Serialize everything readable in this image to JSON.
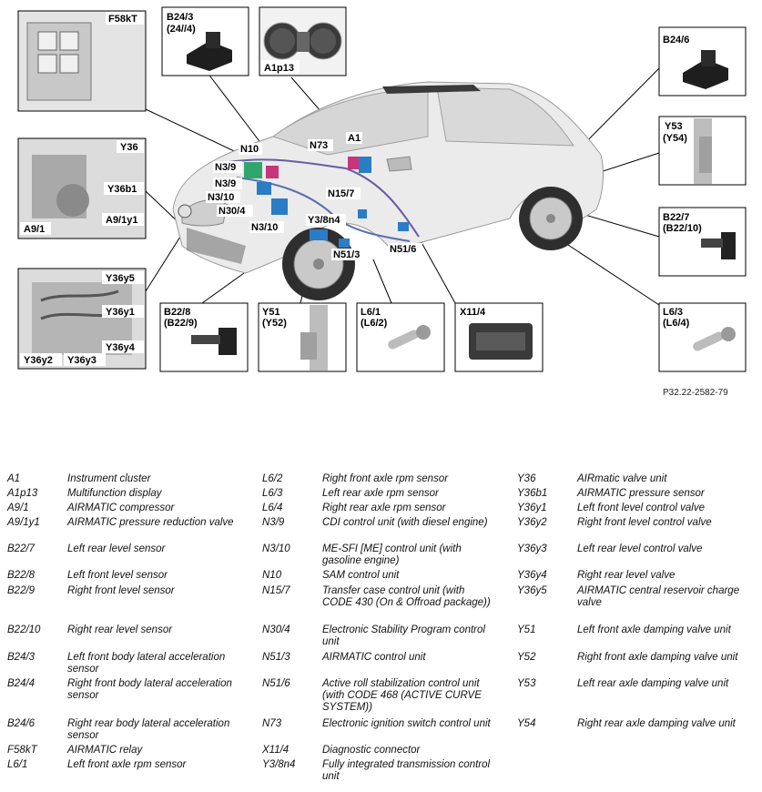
{
  "figure": {
    "reference": "P32.22-2582-79",
    "callouts": {
      "F58kT": "F58kT",
      "B24_3": "B24/3",
      "B24_4": "(24//4)",
      "A1p13": "A1p13",
      "B24_6": "B24/6",
      "Y36": "Y36",
      "Y36b1": "Y36b1",
      "A9_1": "A9/1",
      "A9_1y1": "A9/1y1",
      "Y36y5": "Y36y5",
      "Y36y1": "Y36y1",
      "Y36y4": "Y36y4",
      "Y36y2": "Y36y2",
      "Y36y3": "Y36y3",
      "N10": "N10",
      "N73": "N73",
      "A1": "A1",
      "N3_9a": "N3/9",
      "N3_9b": "N3/9",
      "N3_10a": "N3/10",
      "N30_4": "N30/4",
      "N3_10b": "N3/10",
      "N15_7": "N15/7",
      "Y3_8n4": "Y3/8n4",
      "N51_3": "N51/3",
      "N51_6": "N51/6",
      "Y53": "Y53",
      "Y54": "(Y54)",
      "B22_7": "B22/7",
      "B22_10": "(B22/10)",
      "B22_8": "B22/8",
      "B22_9": "(B22/9)",
      "Y51": "Y51",
      "Y52": "(Y52)",
      "L6_1": "L6/1",
      "L6_2": "(L6/2)",
      "X11_4": "X11/4",
      "L6_3": "L6/3",
      "L6_4": "(L6/4)"
    }
  },
  "legend": {
    "columns": [
      [
        {
          "code": "A1",
          "desc": "Instrument cluster"
        },
        {
          "code": "A1p13",
          "desc": "Multifunction display"
        },
        {
          "code": "A9/1",
          "desc": "AIRMATIC compressor"
        },
        {
          "code": "A9/1y1",
          "desc": "AIRMATIC pressure reduction valve"
        },
        {
          "code": "B22/7",
          "desc": "Left rear level sensor"
        },
        {
          "code": "B22/8",
          "desc": "Left front level sensor"
        },
        {
          "code": "B22/9",
          "desc": "Right front level sensor"
        },
        {
          "code": "B22/10",
          "desc": "Right rear level sensor"
        },
        {
          "code": "B24/3",
          "desc": "Left front body lateral acceleration sensor"
        },
        {
          "code": "B24/4",
          "desc": "Right front body lateral acceleration sensor"
        },
        {
          "code": "B24/6",
          "desc": "Right rear body lateral acceleration sensor"
        },
        {
          "code": "F58kT",
          "desc": "AIRMATIC relay"
        },
        {
          "code": "L6/1",
          "desc": "Left front axle rpm sensor"
        }
      ],
      [
        {
          "code": "L6/2",
          "desc": "Right front axle rpm sensor"
        },
        {
          "code": "L6/3",
          "desc": "Left rear axle rpm sensor"
        },
        {
          "code": "L6/4",
          "desc": "Right rear axle rpm sensor"
        },
        {
          "code": "N3/9",
          "desc": "CDI control unit (with diesel engine)"
        },
        {
          "code": "N3/10",
          "desc": "ME-SFI [ME] control unit (with gasoline engine)"
        },
        {
          "code": "N10",
          "desc": "SAM control unit"
        },
        {
          "code": "N15/7",
          "desc": "Transfer case control unit (with CODE 430 (On & Offroad package))"
        },
        {
          "code": "N30/4",
          "desc": "Electronic Stability Program control unit"
        },
        {
          "code": "N51/3",
          "desc": "AIRMATIC control unit"
        },
        {
          "code": "N51/6",
          "desc": "Active roll stabilization control unit (with CODE 468 (ACTIVE CURVE SYSTEM))"
        },
        {
          "code": "N73",
          "desc": "Electronic ignition switch control unit"
        },
        {
          "code": "X11/4",
          "desc": "Diagnostic connector"
        },
        {
          "code": "Y3/8n4",
          "desc": "Fully integrated transmission control unit"
        }
      ],
      [
        {
          "code": "Y36",
          "desc": "AIRmatic valve unit"
        },
        {
          "code": "Y36b1",
          "desc": "AIRMATIC pressure sensor"
        },
        {
          "code": "Y36y1",
          "desc": "Left front level control valve"
        },
        {
          "code": "Y36y2",
          "desc": "Right front level control valve"
        },
        {
          "code": "Y36y3",
          "desc": "Left rear level control valve"
        },
        {
          "code": "Y36y4",
          "desc": "Right rear level valve"
        },
        {
          "code": "Y36y5",
          "desc": "AIRMATIC central reservoir charge valve"
        },
        {
          "code": "Y51",
          "desc": "Left front axle damping valve unit"
        },
        {
          "code": "Y52",
          "desc": "Right front axle damping valve unit"
        },
        {
          "code": "Y53",
          "desc": "Left rear axle damping valve unit"
        },
        {
          "code": "Y54",
          "desc": "Right rear axle damping valve unit"
        }
      ]
    ]
  }
}
